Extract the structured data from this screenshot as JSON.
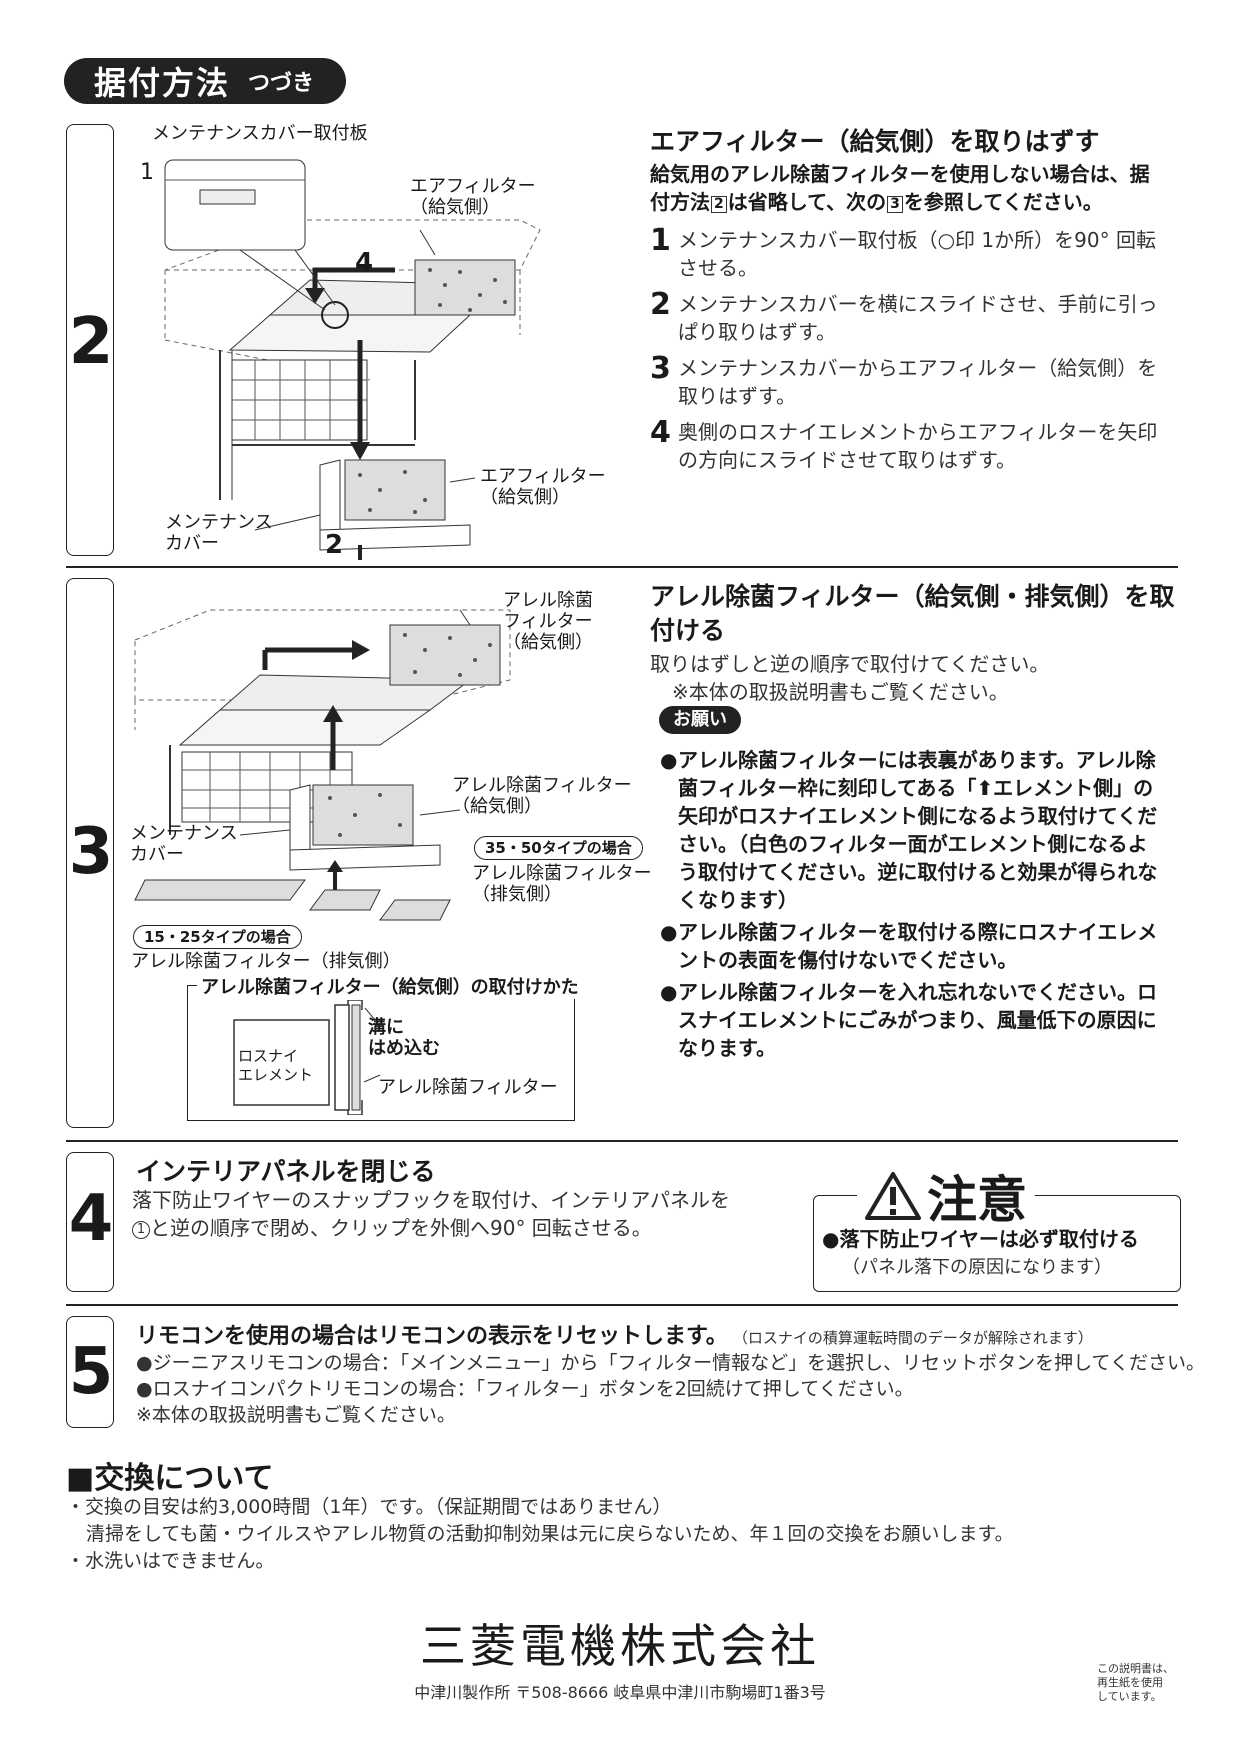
{
  "header": {
    "title": "据付方法",
    "subtitle": "つづき"
  },
  "step2": {
    "number": "2",
    "heading": "エアフィルター（給気側）を取りはずす",
    "intro_line1": "給気用のアレル除菌フィルターを使用しない場合は、据",
    "intro_line2a": "付方法",
    "intro_ref2": "2",
    "intro_line2b": "は省略して、次の",
    "intro_ref3": "3",
    "intro_line2c": "を参照してください。",
    "steps": [
      {
        "n": "1",
        "line1": "メンテナンスカバー取付板（○印 1か所）を90° 回転",
        "line2": "させる。"
      },
      {
        "n": "2",
        "line1": "メンテナンスカバーを横にスライドさせ、手前に引っ",
        "line2": "ぱり取りはずす。"
      },
      {
        "n": "3",
        "line1": "メンテナンスカバーからエアフィルター（給気側）を",
        "line2": "取りはずす。"
      },
      {
        "n": "4",
        "line1": "奥側のロスナイエレメントからエアフィルターを矢印",
        "line2": "の方向にスライドさせて取りはずす。"
      }
    ],
    "diagram": {
      "plate_label": "メンテナンスカバー取付板",
      "callout1": "1",
      "callout4": "4",
      "callout2": "2",
      "filter_top_l1": "エアフィルター",
      "filter_top_l2": "（給気側）",
      "filter_bottom_l1": "エアフィルター",
      "filter_bottom_l2": "（給気側）",
      "cover_l1": "メンテナンス",
      "cover_l2": "カバー"
    }
  },
  "step3": {
    "number": "3",
    "heading_l1": "アレル除菌フィルター（給気側・排気側）を取",
    "heading_l2": "付ける",
    "p1": "取りはずしと逆の順序で取付けてください。",
    "p2": "※本体の取扱説明書もご覧ください。",
    "onegai": "お願い",
    "bullets": [
      [
        "アレル除菌フィルターには表裏があります。アレル除",
        "菌フィルター枠に刻印してある「⬆エレメント側」の",
        "矢印がロスナイエレメント側になるよう取付けてくだ",
        "さい。（白色のフィルター面がエレメント側になるよ",
        "う取付けてください。逆に取付けると効果が得られな",
        "くなります）"
      ],
      [
        "アレル除菌フィルターを取付ける際にロスナイエレメ",
        "ントの表面を傷付けないでください。"
      ],
      [
        "アレル除菌フィルターを入れ忘れないでください。ロ",
        "スナイエレメントにごみがつまり、風量低下の原因に",
        "なります。"
      ]
    ],
    "diagram": {
      "top_l1": "アレル除菌",
      "top_l2": "フィルター",
      "top_l3": "（給気側）",
      "mid_l1": "アレル除菌フィルター",
      "mid_l2": "（給気側）",
      "cover_l1": "メンテナンス",
      "cover_l2": "カバー",
      "tag_3550": "35・50タイプの場合",
      "ex_l1": "アレル除菌フィルター",
      "ex_l2": "（排気側）",
      "tag_1525": "15・25タイプの場合",
      "ex_bottom": "アレル除菌フィルター（排気側）",
      "inset_title": "アレル除菌フィルター（給気側）の取付けかた",
      "inset_elem_l1": "ロスナイ",
      "inset_elem_l2": "エレメント",
      "inset_groove_l1": "溝に",
      "inset_groove_l2": "はめ込む",
      "inset_filter": "アレル除菌フィルター"
    }
  },
  "step4": {
    "number": "4",
    "heading": "インテリアパネルを閉じる",
    "line1": "落下防止ワイヤーのスナップフックを取付け、インテリアパネルを",
    "ref": "1",
    "line2": "と逆の順序で閉め、クリップを外側へ90° 回転させる。",
    "caution_title": "注意",
    "caution_bullet": "●落下防止ワイヤーは必ず取付ける",
    "caution_note": "（パネル落下の原因になります）"
  },
  "step5": {
    "number": "5",
    "heading": "リモコンを使用の場合はリモコンの表示をリセットします。",
    "heading_note": "（ロスナイの積算運転時間のデータが解除されます）",
    "b1": "●ジーニアスリモコンの場合：「メインメニュー」から「フィルター情報など」を選択し、リセットボタンを押してください。",
    "b2": "●ロスナイコンパクトリモコンの場合：「フィルター」ボタンを2回続けて押してください。",
    "b3": "※本体の取扱説明書もご覧ください。"
  },
  "exchange": {
    "heading": "■交換について",
    "l1": "・交換の目安は約3,000時間（1年）です。（保証期間ではありません）",
    "l2": "清掃をしても菌・ウイルスやアレル物質の活動抑制効果は元に戻らないため、年１回の交換をお願いします。",
    "l3": "・水洗いはできません。"
  },
  "footer": {
    "company": "三菱電機株式会社",
    "address": "中津川製作所 〒508-8666 岐阜県中津川市駒場町1番3号",
    "recycle_l1": "この説明書は、",
    "recycle_l2": "再生紙を使用",
    "recycle_l3": "しています。"
  }
}
